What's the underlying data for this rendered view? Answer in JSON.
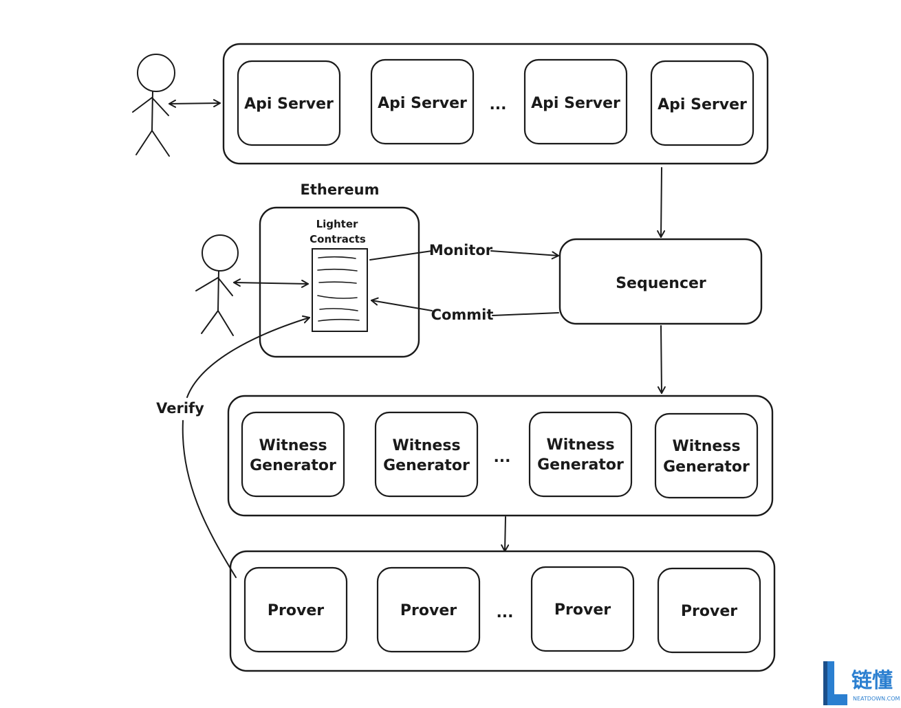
{
  "api_servers": {
    "items": [
      "Api Server",
      "Api Server",
      "Api Server",
      "Api Server"
    ],
    "ellipsis": "..."
  },
  "ethereum": {
    "title": "Ethereum",
    "contracts_line1": "Lighter",
    "contracts_line2": "Contracts"
  },
  "sequencer": {
    "label": "Sequencer"
  },
  "edges": {
    "monitor": "Monitor",
    "commit": "Commit",
    "verify": "Verify"
  },
  "witness_generators": {
    "items": [
      {
        "line1": "Witness",
        "line2": "Generator"
      },
      {
        "line1": "Witness",
        "line2": "Generator"
      },
      {
        "line1": "Witness",
        "line2": "Generator"
      },
      {
        "line1": "Witness",
        "line2": "Generator"
      }
    ],
    "ellipsis": "..."
  },
  "provers": {
    "items": [
      "Prover",
      "Prover",
      "Prover",
      "Prover"
    ],
    "ellipsis": "..."
  },
  "watermark": {
    "text": "链懂",
    "subtext": "NEATDOWN.COM",
    "color": "#2b7fd0"
  }
}
